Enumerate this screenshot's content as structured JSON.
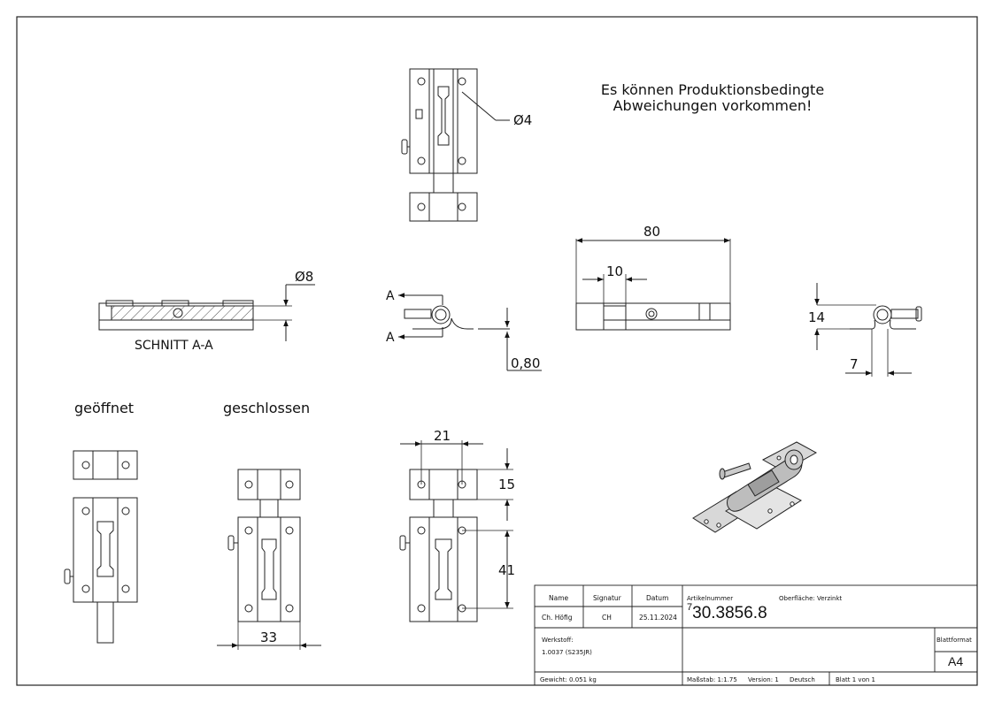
{
  "note": {
    "line1": "Es können Produktionsbedingte",
    "line2": "Abweichungen vorkommen!"
  },
  "dimensions": {
    "hole_dia": "Ø4",
    "pin_dia": "Ø8",
    "section_label": "SCHNITT A-A",
    "section_marker_top": "A",
    "section_marker_bottom": "A",
    "thickness": "0,80",
    "length_80": "80",
    "length_10": "10",
    "height_14": "14",
    "offset_7": "7",
    "width_21": "21",
    "height_15": "15",
    "height_41": "41",
    "width_33": "33"
  },
  "views": {
    "open_label": "geöffnet",
    "closed_label": "geschlossen"
  },
  "title_block": {
    "name_header": "Name",
    "signature_header": "Signatur",
    "date_header": "Datum",
    "name": "Ch. Höfig",
    "signature": "CH",
    "date": "25.11.2024",
    "article_header": "Artikelnummer",
    "surface_label": "Oberfläche:  Verzinkt",
    "article_prefix": "7",
    "article_number": "30.3856.8",
    "material_label": "Werkstoff:",
    "material_value": "1.0037 (S235JR)",
    "format_label": "Blattformat",
    "format_value": "A4",
    "weight": "Gewicht: 0.051 kg",
    "scale": "Maßstab: 1:1.75",
    "version": "Version: 1",
    "language": "Deutsch",
    "sheet": "Blatt 1 von 1"
  }
}
